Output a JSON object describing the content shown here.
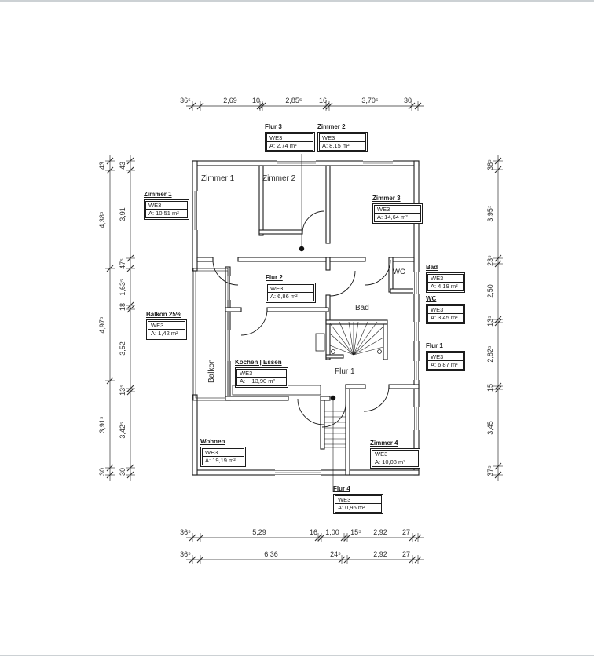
{
  "labels": {
    "flur3": {
      "title": "Flur 3",
      "unit": "WE3",
      "area": "A: 2,74 m²"
    },
    "zimmer2": {
      "title": "Zimmer 2",
      "unit": "WE3",
      "area": "A: 8,15 m²"
    },
    "zimmer1": {
      "title": "Zimmer 1",
      "unit": "WE3",
      "area": "A: 10,51 m²"
    },
    "zimmer3": {
      "title": "Zimmer 3",
      "unit": "WE3",
      "area": "A: 14,64 m²"
    },
    "bad": {
      "title": "Bad",
      "unit": "WE3",
      "area": "A: 4,19 m²"
    },
    "wc": {
      "title": "WC",
      "unit": "WE3",
      "area": "A: 3,45 m²"
    },
    "flur1": {
      "title": "Flur 1",
      "unit": "WE3",
      "area": "A: 6,87 m²"
    },
    "balkon": {
      "title": "Balkon 25%",
      "unit": "WE3",
      "area": "A: 1,42 m²"
    },
    "flur2": {
      "title": "Flur 2",
      "unit": "WE3",
      "area": "A: 6,86 m²"
    },
    "kochen": {
      "title": "Kochen | Essen",
      "unit": "WE3",
      "area": "A:    13,90 m²"
    },
    "wohnen": {
      "title": "Wohnen",
      "unit": "WE3",
      "area": "A: 19,19 m²"
    },
    "zimmer4": {
      "title": "Zimmer 4",
      "unit": "WE3",
      "area": "A: 10,08 m²"
    },
    "flur4": {
      "title": "Flur 4",
      "unit": "WE3",
      "area": "A: 0,95 m²"
    }
  },
  "room_texts": {
    "zimmer1": "Zimmer 1",
    "zimmer2": "Zimmer 2",
    "wc": "WC",
    "bad": "Bad",
    "flur1": "Flur 1",
    "balkon": "Balkon"
  },
  "dimensions": {
    "top": [
      "36⁵",
      "2,69",
      "10",
      "2,85⁵",
      "16",
      "3,70⁵",
      "30"
    ],
    "bottom1": [
      "36⁵",
      "5,29",
      "16",
      "1,00",
      "15⁵",
      "2,92",
      "27"
    ],
    "bottom2": [
      "36⁵",
      "6,36",
      "24⁵",
      "2,92",
      "27"
    ],
    "left_outer": [
      "43",
      "4,38⁵",
      "4,97⁵",
      "3,91⁵",
      "30"
    ],
    "left_inner": [
      "43",
      "3,91",
      "47⁵",
      "1,63⁵",
      "18",
      "3,52",
      "13⁵",
      "3,42⁵",
      "30"
    ],
    "right": [
      "38⁵",
      "3,95⁵",
      "23⁵",
      "2,50",
      "13⁵",
      "2,82⁵",
      "15",
      "3,45",
      "37⁵"
    ]
  }
}
